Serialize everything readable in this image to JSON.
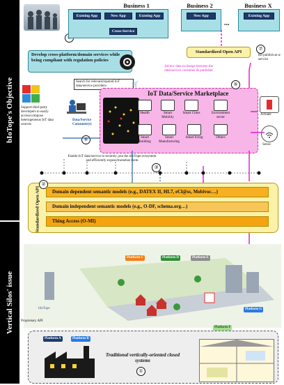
{
  "sidebar": {
    "objective": "bIoTope's Objective",
    "silos": "Vertical Silos' issue"
  },
  "businesses": [
    {
      "title": "Business 1",
      "apps": [
        "Existing App",
        "New App",
        "Existing App"
      ],
      "extra": "Cross-Service"
    },
    {
      "title": "Business 2",
      "apps": [
        "New App"
      ]
    },
    {
      "ellipsis": "..."
    },
    {
      "title": "Business X",
      "apps": [
        "Existing App"
      ]
    }
  ],
  "labels": {
    "develop": "Develop cross-platform/domain services while being compliant with regulation policies",
    "open_api_top": "Standardized Open API",
    "republish": "Re-publish as-a-service",
    "adhoc": "Ad-hoc data exchange between the data/service consumer & publisher",
    "marketplace": "IoT Data/Service Marketplace",
    "search": "Search for relevant/reputed IoT data/service providers",
    "consumers": "Data/Service Consumer(s)",
    "third_party": "Support third party developers to easily access/compose heterogeneous IoT data sources",
    "enable": "Enable IoT data/service to securely join the bIoTope ecosystem and efficiently expose/monetize them",
    "actuate": "Actuate",
    "sense": "Sense",
    "open_api_side": "Standardized Open API",
    "traditional": "Traditional vertically-oriented closed systems",
    "proprietary": "Proprietary API",
    "biotope": "bIoTope"
  },
  "market_icons": [
    "Health",
    "Smart Mobility",
    "Smart Cities",
    "Environment sector",
    "Smart Building",
    "Smart Manufacturing",
    "Smart living",
    "Others"
  ],
  "layers": [
    "Domain dependent semantic models (e.g., DATEX II, HL7, eCl@ss, Mobivoc…)",
    "Domain independent semantic models (e.g., O-DF, schema.org…)",
    "Thing Access (O-MI)"
  ],
  "platforms": [
    "Platform A",
    "Platform B",
    "Platform C",
    "Platform D",
    "Platform E",
    "Platform F",
    "Platform G"
  ],
  "numbers": [
    "①",
    "②",
    "③",
    "④",
    "⑤",
    "⑥",
    "⑦"
  ],
  "colors": {
    "teal": "#a8dfe7",
    "pink": "#f7b5e8",
    "yellow": "#fbf2a8",
    "orange": "#f6b021",
    "navy": "#1d3a6b",
    "magenta": "#e81fd5"
  }
}
